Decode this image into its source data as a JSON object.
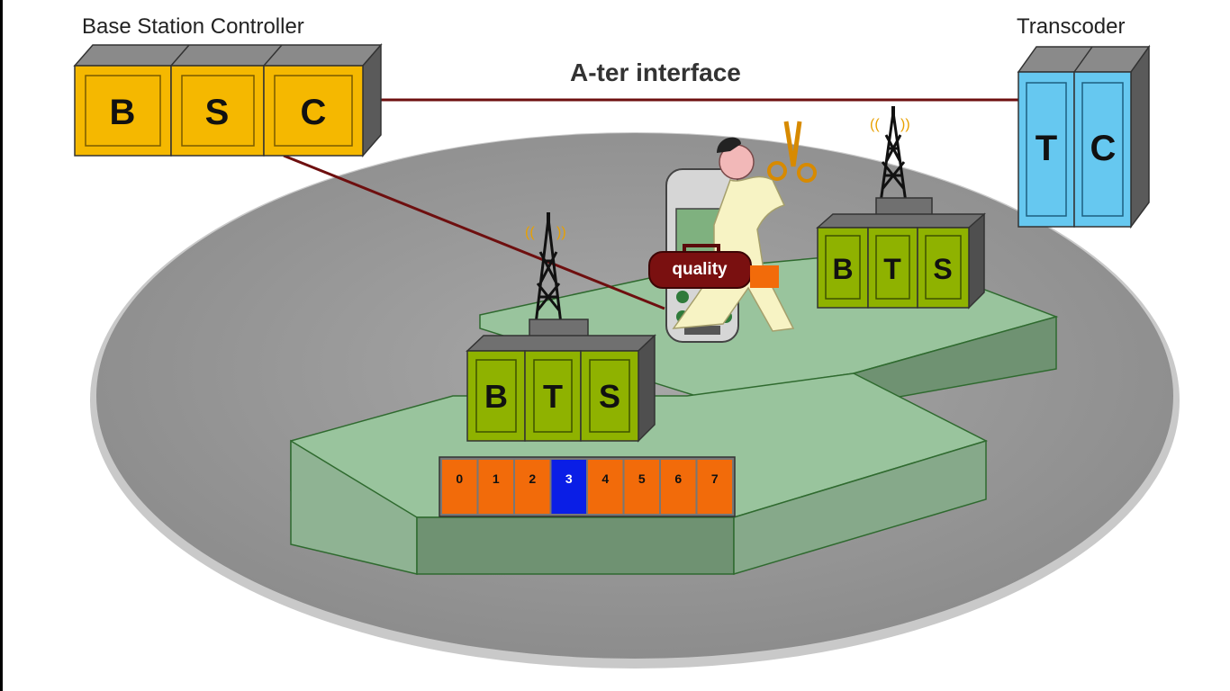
{
  "labels": {
    "bsc_title": "Base Station Controller",
    "tc_title": "Transcoder",
    "ater": "A-ter interface",
    "quality": "quality"
  },
  "bsc_letters": [
    "B",
    "S",
    "C"
  ],
  "tc_letters": [
    "T",
    "C"
  ],
  "bts_letters": [
    "B",
    "T",
    "S"
  ],
  "timeslots": [
    {
      "label": "0",
      "active": false
    },
    {
      "label": "1",
      "active": false
    },
    {
      "label": "2",
      "active": false
    },
    {
      "label": "3",
      "active": true
    },
    {
      "label": "4",
      "active": false
    },
    {
      "label": "5",
      "active": false
    },
    {
      "label": "6",
      "active": false
    },
    {
      "label": "7",
      "active": false
    }
  ],
  "colors": {
    "bsc": "#f5b800",
    "tc": "#66c8f0",
    "bts": "#8fb200",
    "link": "#6e0f0f",
    "cell_top": "#99c49d",
    "cell_side": "#6f9272",
    "disc": "#9a9a9a",
    "slot": "#f26b0a",
    "slot_active": "#0a1ee6"
  }
}
